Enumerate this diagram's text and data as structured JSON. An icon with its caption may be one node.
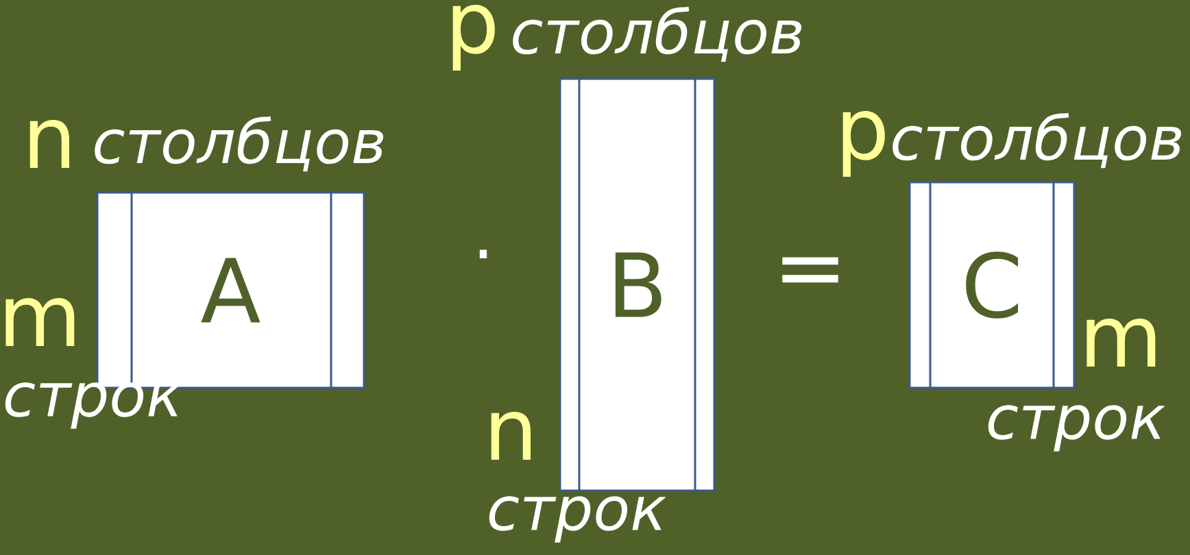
{
  "diagram": {
    "nodes": [
      {
        "text": [
          "A"
        ]
      },
      {
        "text": [
          "B"
        ]
      },
      {
        "text": [
          "C"
        ]
      }
    ],
    "labels": [
      "p",
      "столбцов",
      "n",
      "столбцов",
      "p",
      "столбцов",
      "·",
      "=",
      "m",
      "m",
      "строк",
      "n",
      "строк",
      "строк"
    ]
  }
}
